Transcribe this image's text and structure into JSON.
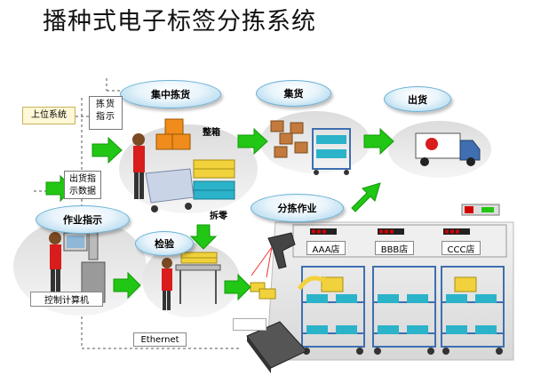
{
  "page": {
    "title": "播种式电子标签分拣系统"
  },
  "labels": {
    "upper_system": "上位系统",
    "picking_instruction": "拣货指示",
    "shipping_data": "出货指示数据",
    "job_instruction": "作业指示",
    "control_computer": "控制计算机",
    "ethernet": "Ethernet",
    "centralized_picking": "集中拣货",
    "whole_box": "整箱",
    "split_zero": "拆零",
    "inspection": "检验",
    "sorting_work": "分拣作业",
    "collecting": "集货",
    "shipping": "出货"
  },
  "stores": [
    {
      "name": "AAA店"
    },
    {
      "name": "BBB店"
    },
    {
      "name": "CCC店"
    }
  ],
  "colors": {
    "arrow_green": "#22c614",
    "oval_fill": "#e8f4fb",
    "oval_border": "#6ab0d6",
    "display_red": "#d40000",
    "box_yellow": "#f1d23c",
    "box_cyan": "#2bb3c9",
    "cart_blue": "#3f6fb0",
    "floor_gray": "#e4e4e4"
  }
}
